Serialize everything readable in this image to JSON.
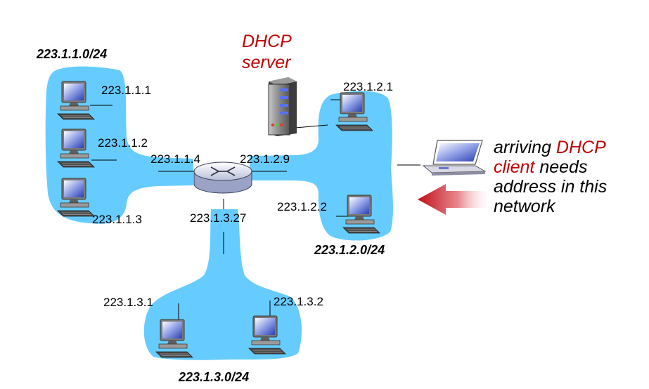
{
  "subnets": {
    "net1": "223.1.1.0/24",
    "net2": "223.1.2.0/24",
    "net3": "223.1.3.0/24"
  },
  "router": {
    "if1": "223.1.1.4",
    "if2": "223.1.2.9",
    "if3": "223.1.3.27"
  },
  "hosts": {
    "h111": "223.1.1.1",
    "h112": "223.1.1.2",
    "h113": "223.1.1.3",
    "h121": "223.1.2.1",
    "h122": "223.1.2.2",
    "h131": "223.1.3.1",
    "h132": "223.1.3.2"
  },
  "server": {
    "line1": "DHCP",
    "line2": "server"
  },
  "client_caption": {
    "line1_a": "arriving ",
    "line1_b": "DHCP",
    "line2_a": "client",
    "line2_b": " needs",
    "line3": "address in this",
    "line4": "network"
  },
  "colors": {
    "network_blob": "#66ccff",
    "accent_red": "#c00000"
  }
}
